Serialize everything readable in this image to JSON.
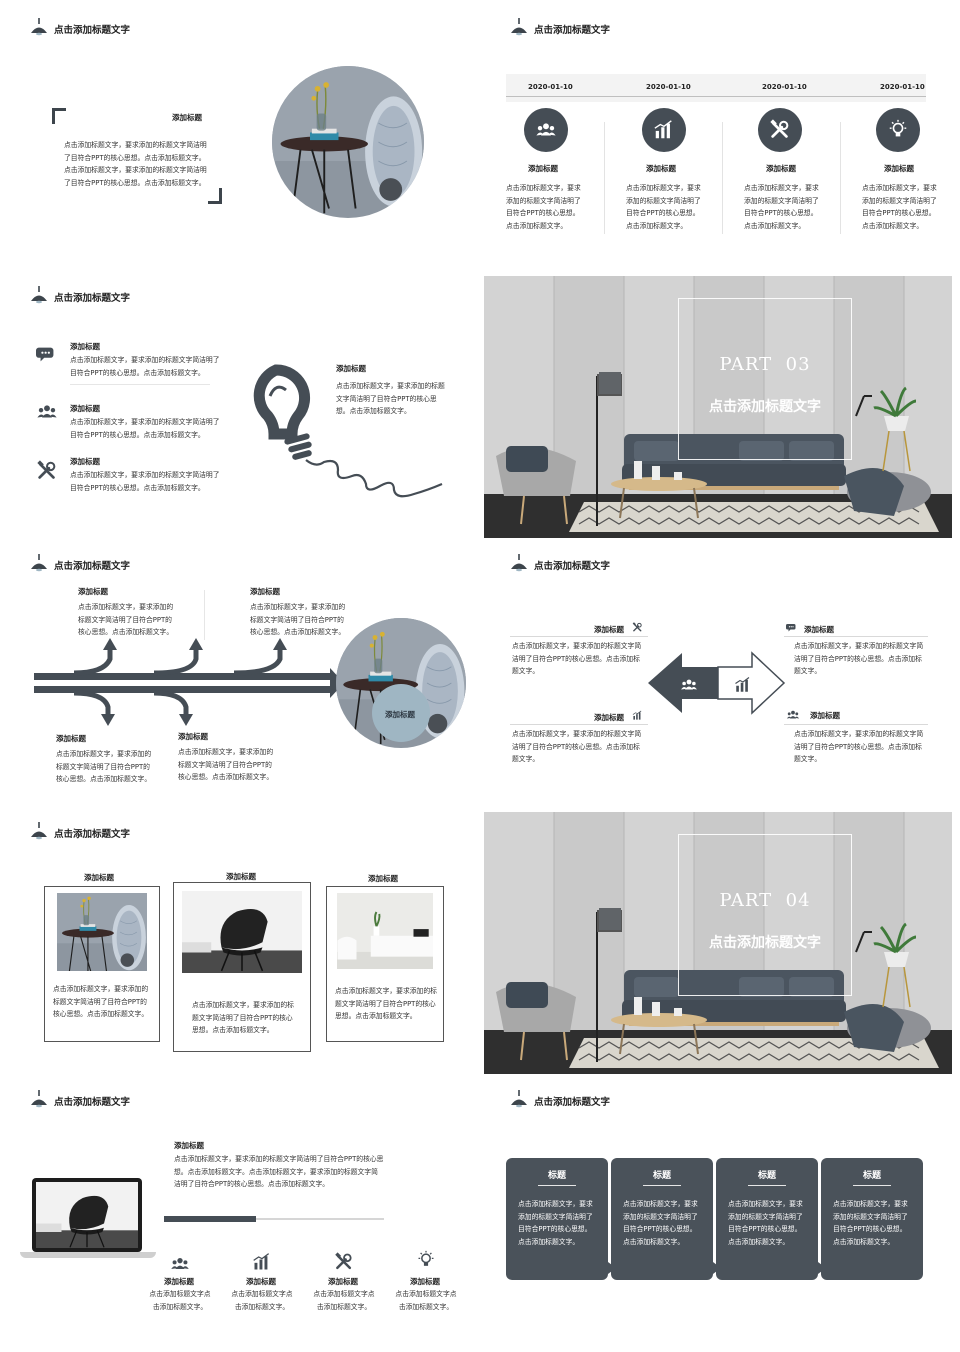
{
  "header_title": "点击添加标题文字",
  "slide1": {
    "title": "添加标题",
    "body": "点击添加标题文字，要求添加的标题文字简洁明了目符合PPT的核心思想。点击添加标题文字。点击添加标题文字，要求添加的标题文字简洁明了目符合PPT的核心思想。点击添加标题文字。"
  },
  "slide2": {
    "items": [
      {
        "date": "2020-01-10",
        "icon": "team-icon",
        "title": "添加标题",
        "body": "点击添加标题文字，要求添加的标题文字简洁明了目符合PPT的核心思想。点击添加标题文字。"
      },
      {
        "date": "2020-01-10",
        "icon": "chart-icon",
        "title": "添加标题",
        "body": "点击添加标题文字，要求添加的标题文字简洁明了目符合PPT的核心思想。点击添加标题文字。"
      },
      {
        "date": "2020-01-10",
        "icon": "tools-icon",
        "title": "添加标题",
        "body": "点击添加标题文字，要求添加的标题文字简洁明了目符合PPT的核心思想。点击添加标题文字。"
      },
      {
        "date": "2020-01-10",
        "icon": "bulb-icon",
        "title": "添加标题",
        "body": "点击添加标题文字，要求添加的标题文字简洁明了目符合PPT的核心思想。点击添加标题文字。"
      }
    ]
  },
  "slide3": {
    "items": [
      {
        "icon": "chat-icon",
        "title": "添加标题",
        "body": "点击添加标题文字，要求添加的标题文字简洁明了目符合PPT的核心思想。点击添加标题文字。"
      },
      {
        "icon": "team-icon",
        "title": "添加标题",
        "body": "点击添加标题文字，要求添加的标题文字简洁明了目符合PPT的核心思想。点击添加标题文字。"
      },
      {
        "icon": "tools-icon",
        "title": "添加标题",
        "body": "点击添加标题文字，要求添加的标题文字简洁明了目符合PPT的核心思想。点击添加标题文字。"
      }
    ],
    "right_title": "添加标题",
    "right_body": "点击添加标题文字，要求添加的标题文字简洁明了目符合PPT的核心思想。点击添加标题文字。"
  },
  "part3": {
    "part": "PART  03",
    "title": "点击添加标题文字"
  },
  "slide5": {
    "top": [
      {
        "title": "添加标题",
        "body": "点击添加标题文字，要求添加的标题文字简洁明了目符合PPT的核心思想。点击添加标题文字。"
      },
      {
        "title": "添加标题",
        "body": "点击添加标题文字，要求添加的标题文字简洁明了目符合PPT的核心思想。点击添加标题文字。"
      }
    ],
    "bottom": [
      {
        "title": "添加标题",
        "body": "点击添加标题文字，要求添加的标题文字简洁明了目符合PPT的核心思想。点击添加标题文字。"
      },
      {
        "title": "添加标题",
        "body": "点击添加标题文字，要求添加的标题文字简洁明了目符合PPT的核心思想。点击添加标题文字。"
      }
    ],
    "circle_label": "添加标题"
  },
  "slide6": {
    "items": [
      {
        "title": "添加标题",
        "body": "点击添加标题文字，要求添加的标题文字简洁明了目符合PPT的核心思想。点击添加标题文字。"
      },
      {
        "title": "添加标题",
        "body": "点击添加标题文字，要求添加的标题文字简洁明了目符合PPT的核心思想。点击添加标题文字。"
      },
      {
        "title": "添加标题",
        "body": "点击添加标题文字，要求添加的标题文字简洁明了目符合PPT的核心思想。点击添加标题文字。"
      },
      {
        "title": "添加标题",
        "body": "点击添加标题文字，要求添加的标题文字简洁明了目符合PPT的核心思想。点击添加标题文字。"
      }
    ]
  },
  "slide7": {
    "cards": [
      {
        "title": "添加标题",
        "body": "点击添加标题文字，要求添加的标题文字简洁明了目符合PPT的核心思想。点击添加标题文字。"
      },
      {
        "title": "添加标题",
        "body": "点击添加标题文字，要求添加的标题文字简洁明了目符合PPT的核心思想。点击添加标题文字。"
      },
      {
        "title": "添加标题",
        "body": "点击添加标题文字，要求添加的标题文字简洁明了目符合PPT的核心思想。点击添加标题文字。"
      }
    ]
  },
  "part4": {
    "part": "PART  04",
    "title": "点击添加标题文字"
  },
  "slide9": {
    "title": "添加标题",
    "body": "点击添加标题文字，要求添加的标题文字简洁明了目符合PPT的核心思想。点击添加标题文字。点击添加标题文字，要求添加的标题文字简洁明了目符合PPT的核心思想。点击添加标题文字。",
    "progress": 0.42,
    "items": [
      {
        "icon": "team-icon",
        "title": "添加标题",
        "body": "点击添加标题文字点击添加标题文字。"
      },
      {
        "icon": "chart-icon",
        "title": "添加标题",
        "body": "点击添加标题文字点击添加标题文字。"
      },
      {
        "icon": "tools-icon",
        "title": "添加标题",
        "body": "点击添加标题文字点击添加标题文字。"
      },
      {
        "icon": "bulb-icon",
        "title": "添加标题",
        "body": "点击添加标题文字点击添加标题文字。"
      }
    ]
  },
  "slide10": {
    "cards": [
      {
        "title": "标题",
        "body": "点击添加标题文字，要求添加的标题文字简洁明了目符合PPT的核心思想。点击添加标题文字。"
      },
      {
        "title": "标题",
        "body": "点击添加标题文字，要求添加的标题文字简洁明了目符合PPT的核心思想。点击添加标题文字。"
      },
      {
        "title": "标题",
        "body": "点击添加标题文字，要求添加的标题文字简洁明了目符合PPT的核心思想。点击添加标题文字。"
      },
      {
        "title": "标题",
        "body": "点击添加标题文字，要求添加的标题文字简洁明了目符合PPT的核心思想。点击添加标题文字。"
      }
    ]
  },
  "colors": {
    "dark": "#454d55",
    "accent_light": "#9fb6c3",
    "bg": "#ffffff"
  }
}
